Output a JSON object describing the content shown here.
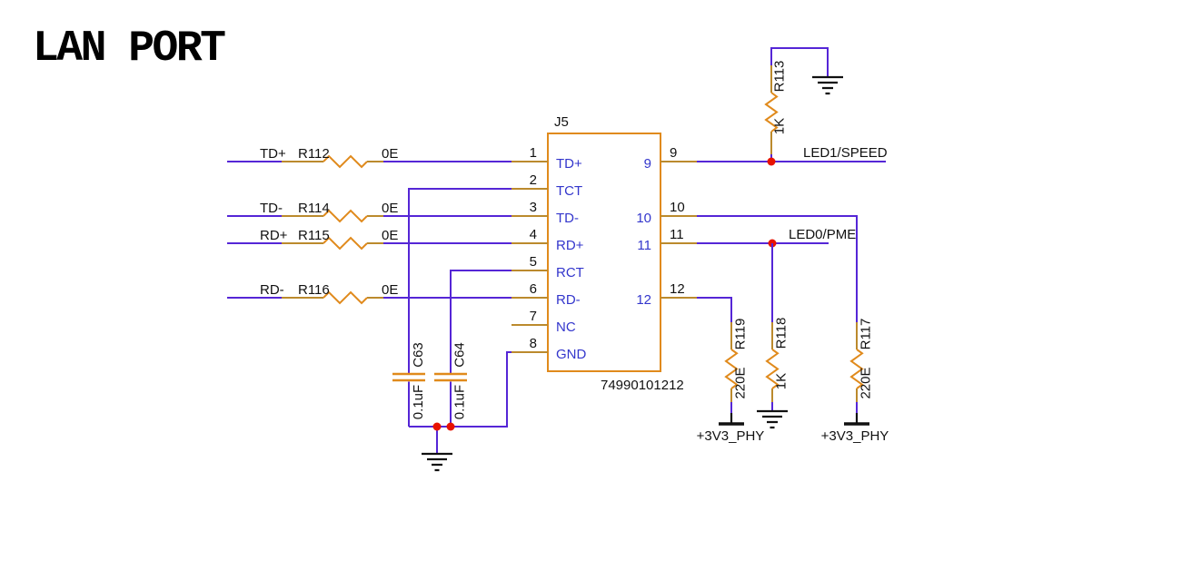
{
  "title": "LAN PORT",
  "colors": {
    "wire": "#5526d6",
    "component": "#e08a1c",
    "lead": "#bb8a2d",
    "pin_label": "#3336cc",
    "text": "#111111",
    "junction": "#e81200"
  },
  "connector": {
    "ref": "J5",
    "part_number": "74990101212",
    "left_pins": [
      {
        "number": "1",
        "label": "TD+"
      },
      {
        "number": "2",
        "label": "TCT"
      },
      {
        "number": "3",
        "label": "TD-"
      },
      {
        "number": "4",
        "label": "RD+"
      },
      {
        "number": "5",
        "label": "RCT"
      },
      {
        "number": "6",
        "label": "RD-"
      },
      {
        "number": "7",
        "label": "NC"
      },
      {
        "number": "8",
        "label": "GND"
      }
    ],
    "right_pins": [
      {
        "number": "9"
      },
      {
        "number": "10"
      },
      {
        "number": "11"
      },
      {
        "number": "12"
      }
    ]
  },
  "series_resistors": [
    {
      "net": "TD+",
      "ref": "R112",
      "value": "0E"
    },
    {
      "net": "TD-",
      "ref": "R114",
      "value": "0E"
    },
    {
      "net": "RD+",
      "ref": "R115",
      "value": "0E"
    },
    {
      "net": "RD-",
      "ref": "R116",
      "value": "0E"
    }
  ],
  "capacitors": [
    {
      "ref": "C63",
      "value": "0.1uF"
    },
    {
      "ref": "C64",
      "value": "0.1uF"
    }
  ],
  "led_resistors": [
    {
      "ref": "R113",
      "value": "1K"
    },
    {
      "ref": "R119",
      "value": "220E"
    },
    {
      "ref": "R118",
      "value": "1K"
    },
    {
      "ref": "R117",
      "value": "220E"
    }
  ],
  "nets": {
    "led1": "LED1/SPEED",
    "led0": "LED0/PME"
  },
  "power": {
    "rail1": "+3V3_PHY",
    "rail2": "+3V3_PHY"
  }
}
